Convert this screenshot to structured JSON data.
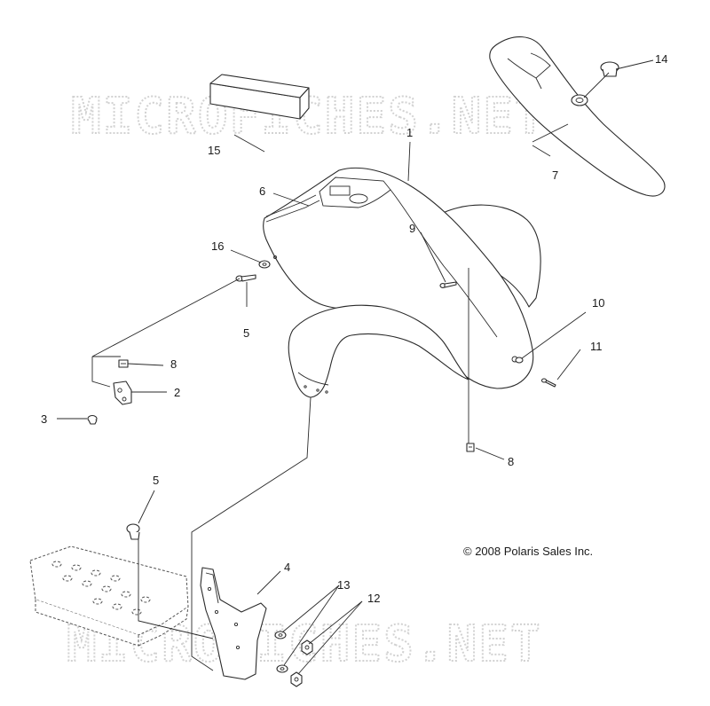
{
  "watermark": "MICROFICHES.NET",
  "copyright": "© 2008 Polaris Sales Inc.",
  "callouts": {
    "c1": "1",
    "c2": "2",
    "c3": "3",
    "c4": "4",
    "c5a": "5",
    "c5b": "5",
    "c6": "6",
    "c7": "7",
    "c8a": "8",
    "c8b": "8",
    "c9": "9",
    "c10": "10",
    "c11": "11",
    "c12": "12",
    "c13": "13",
    "c14": "14",
    "c15": "15",
    "c16": "16"
  }
}
